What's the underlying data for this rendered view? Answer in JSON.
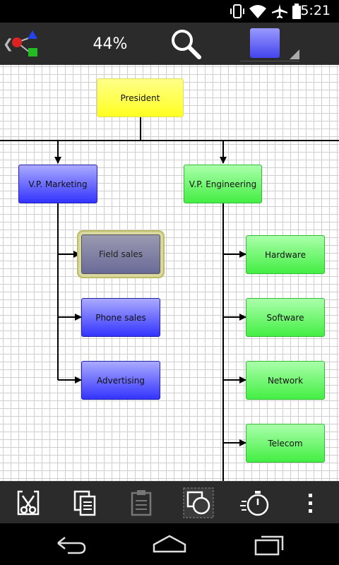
{
  "status_bar": {
    "time": "5:21"
  },
  "action_bar": {
    "zoom": "44%",
    "current_color": "#4444ee"
  },
  "org_chart": {
    "president": "President",
    "vp_marketing": "V.P. Marketing",
    "vp_engineering": "V.P. Engineering",
    "marketing_items": [
      "Field sales",
      "Phone sales",
      "Advertising"
    ],
    "engineering_items": [
      "Hardware",
      "Software",
      "Network",
      "Telecom"
    ],
    "selected": "Field sales"
  },
  "toolbar": {
    "buttons": [
      "cut-icon",
      "copy-icon",
      "paste-icon",
      "arrange-icon",
      "timer-icon",
      "overflow-icon"
    ]
  },
  "colors": {
    "node_yellow": "#ffff44",
    "node_blue": "#5555ff",
    "node_green": "#66ee66",
    "selected_node": "#7a7aa0"
  }
}
